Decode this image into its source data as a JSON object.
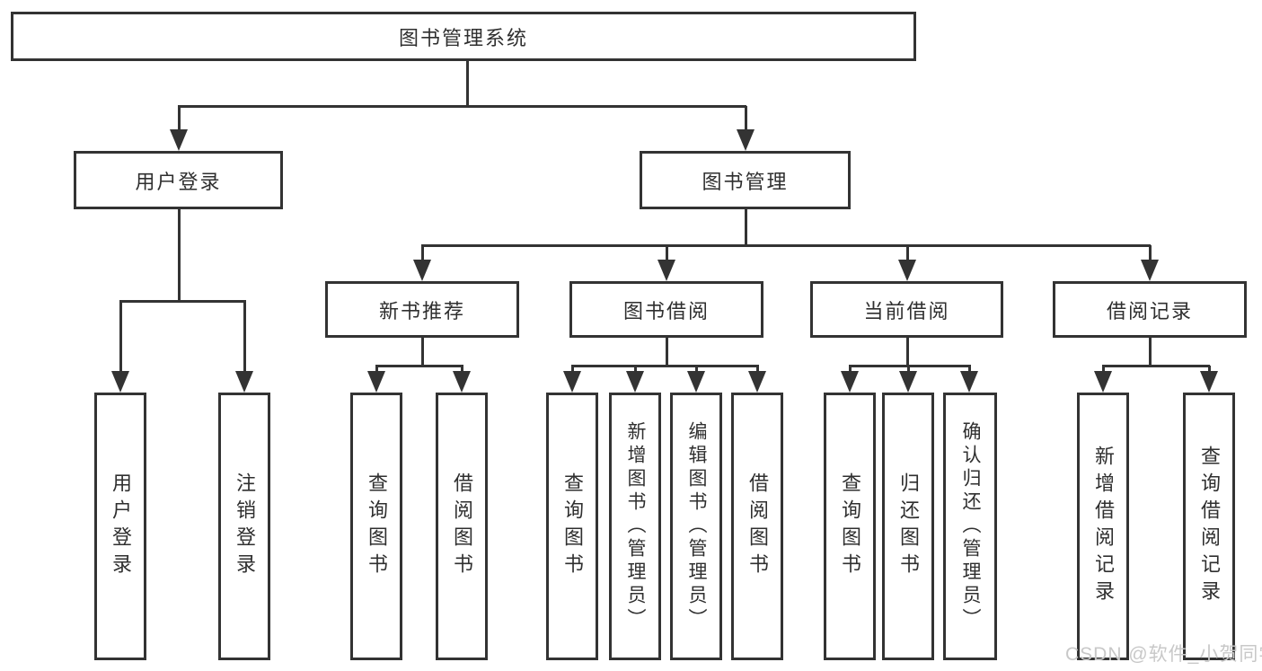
{
  "root": {
    "label": "图书管理系统"
  },
  "level2": [
    {
      "label": "用户登录"
    },
    {
      "label": "图书管理"
    }
  ],
  "level3": [
    {
      "label": "新书推荐"
    },
    {
      "label": "图书借阅"
    },
    {
      "label": "当前借阅"
    },
    {
      "label": "借阅记录"
    }
  ],
  "leaves": [
    {
      "label": "用户登录"
    },
    {
      "label": "注销登录"
    },
    {
      "label": "查询图书"
    },
    {
      "label": "借阅图书"
    },
    {
      "label": "查询图书"
    },
    {
      "label": "新增图书（管理员）"
    },
    {
      "label": "编辑图书（管理员）"
    },
    {
      "label": "借阅图书"
    },
    {
      "label": "查询图书"
    },
    {
      "label": "归还图书"
    },
    {
      "label": "确认归还（管理员）"
    },
    {
      "label": "新增借阅记录"
    },
    {
      "label": "查询借阅记录"
    }
  ],
  "watermark": "CSDN @软件_小贺同学",
  "colors": {
    "line": "#333333",
    "text": "#2f2f2f",
    "watermark": "#c8c8c8",
    "background": "#ffffff"
  }
}
